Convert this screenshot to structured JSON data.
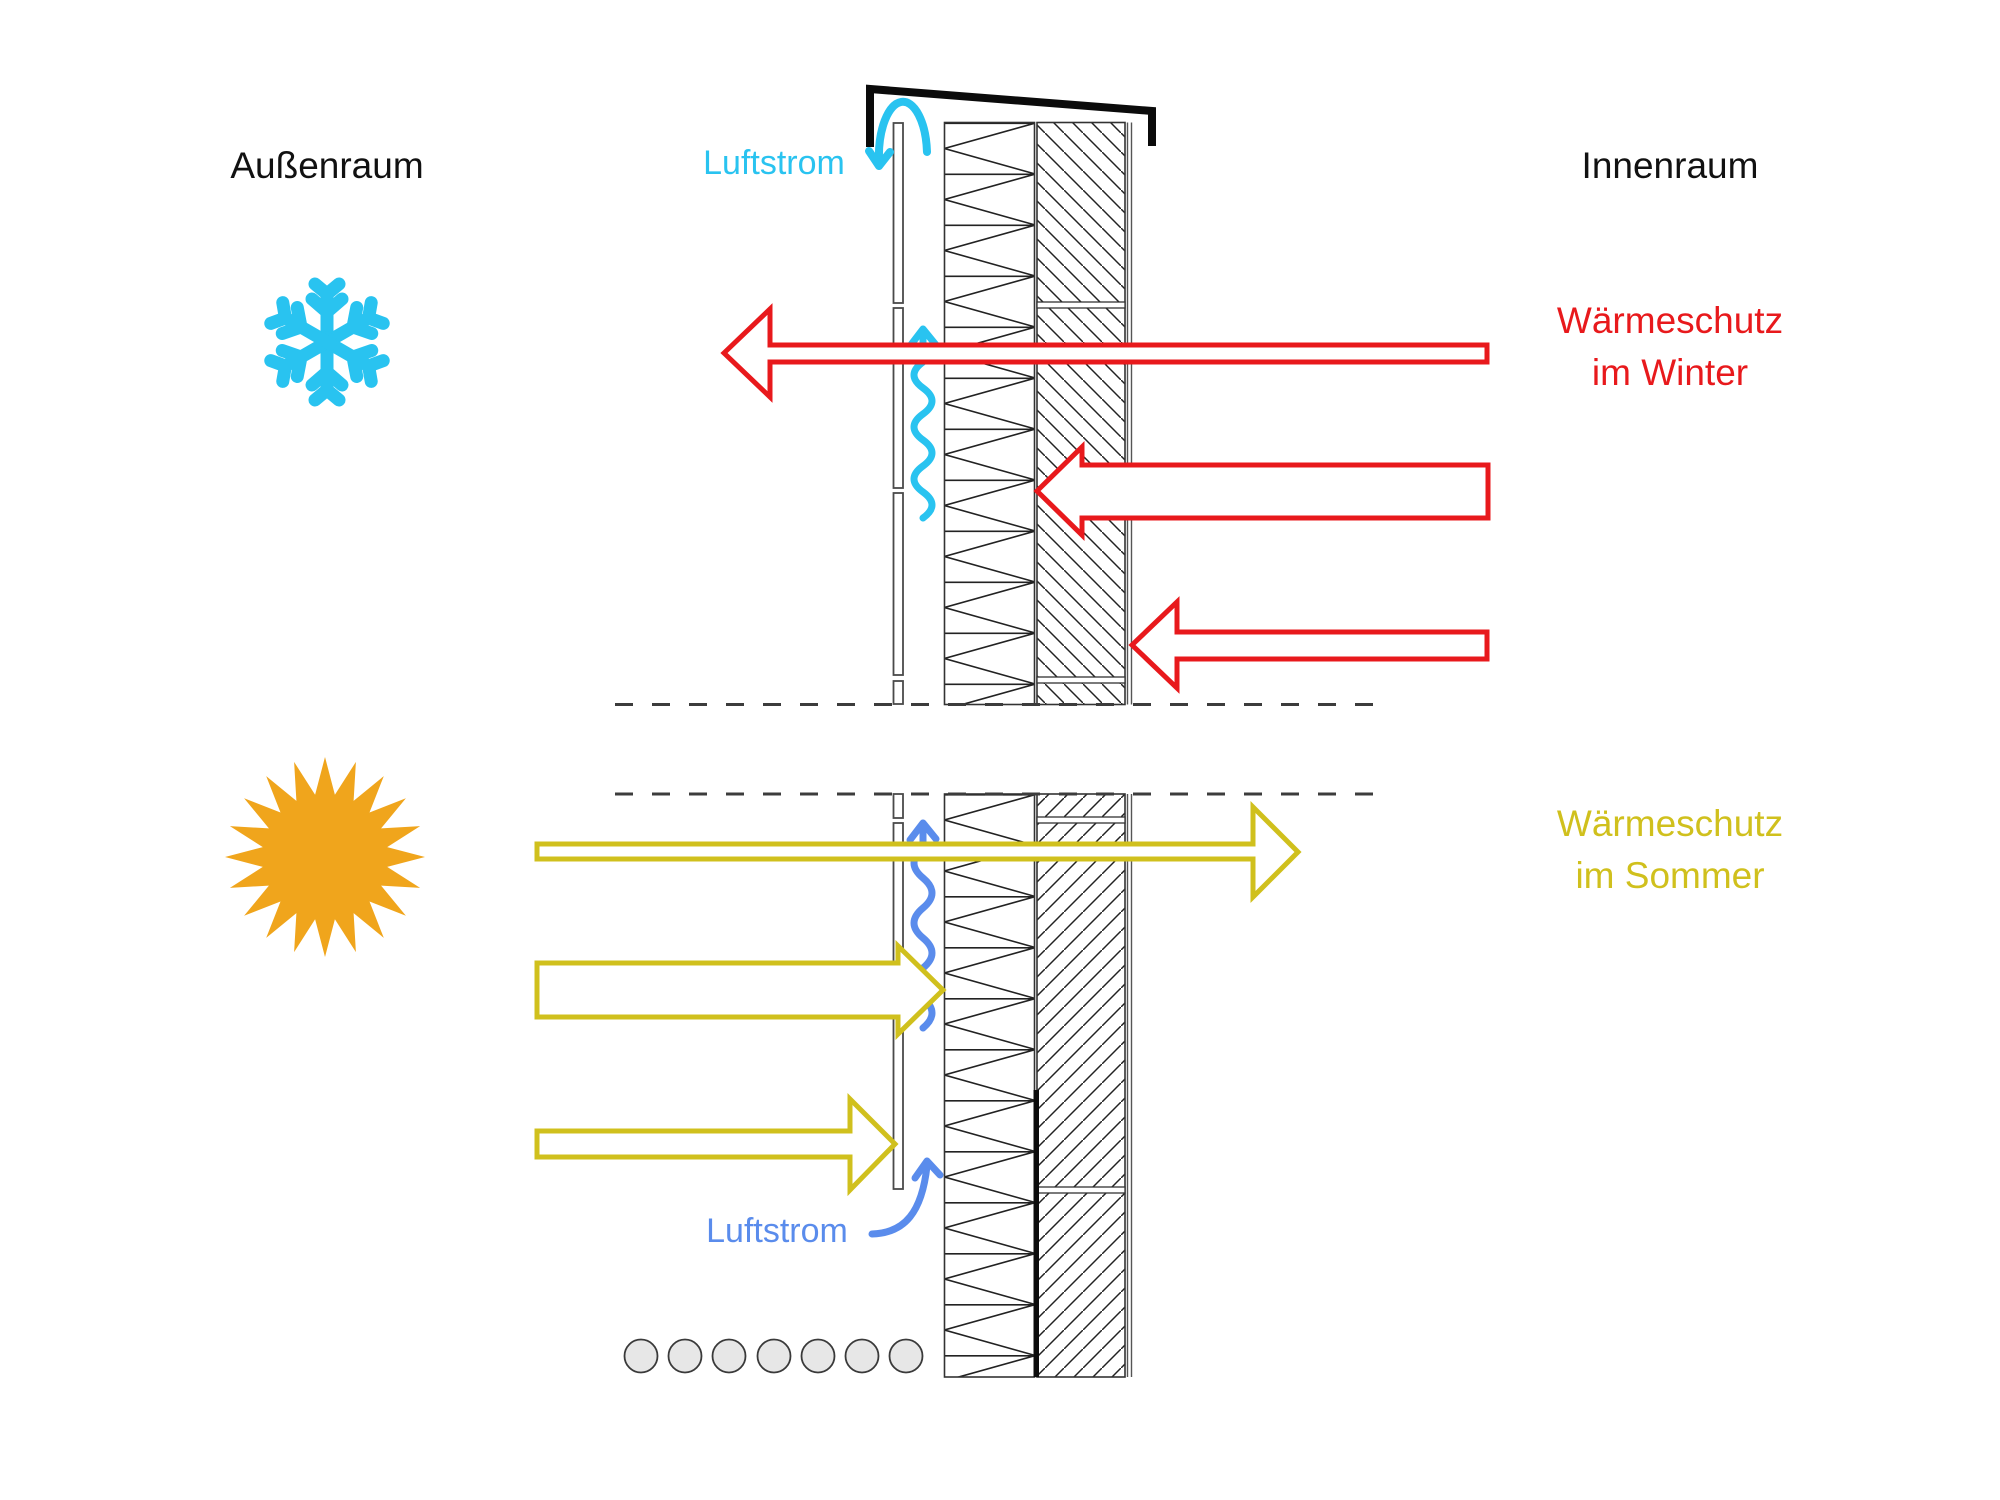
{
  "labels": {
    "outdoor": "Außenraum",
    "indoor": "Innenraum",
    "airflow_top": "Luftstrom",
    "airflow_bottom": "Luftstrom",
    "winter_line1": "Wärmeschutz",
    "winter_line2": "im Winter",
    "summer_line1": "Wärmeschutz",
    "summer_line2": "im Sommer"
  },
  "icons": {
    "cold": "snowflake-icon",
    "warm": "sun-icon"
  },
  "colors": {
    "red": "#e8191c",
    "yellow": "#d0c01d",
    "cyan": "#29c3f0",
    "blue": "#5a8cec",
    "orange": "#f0a51c",
    "ink": "#111111",
    "wall_line": "#333333",
    "dash_line": "#3c3c3c",
    "circle_fill": "#e7e7e7",
    "black_layer": "#0c0c0c"
  }
}
